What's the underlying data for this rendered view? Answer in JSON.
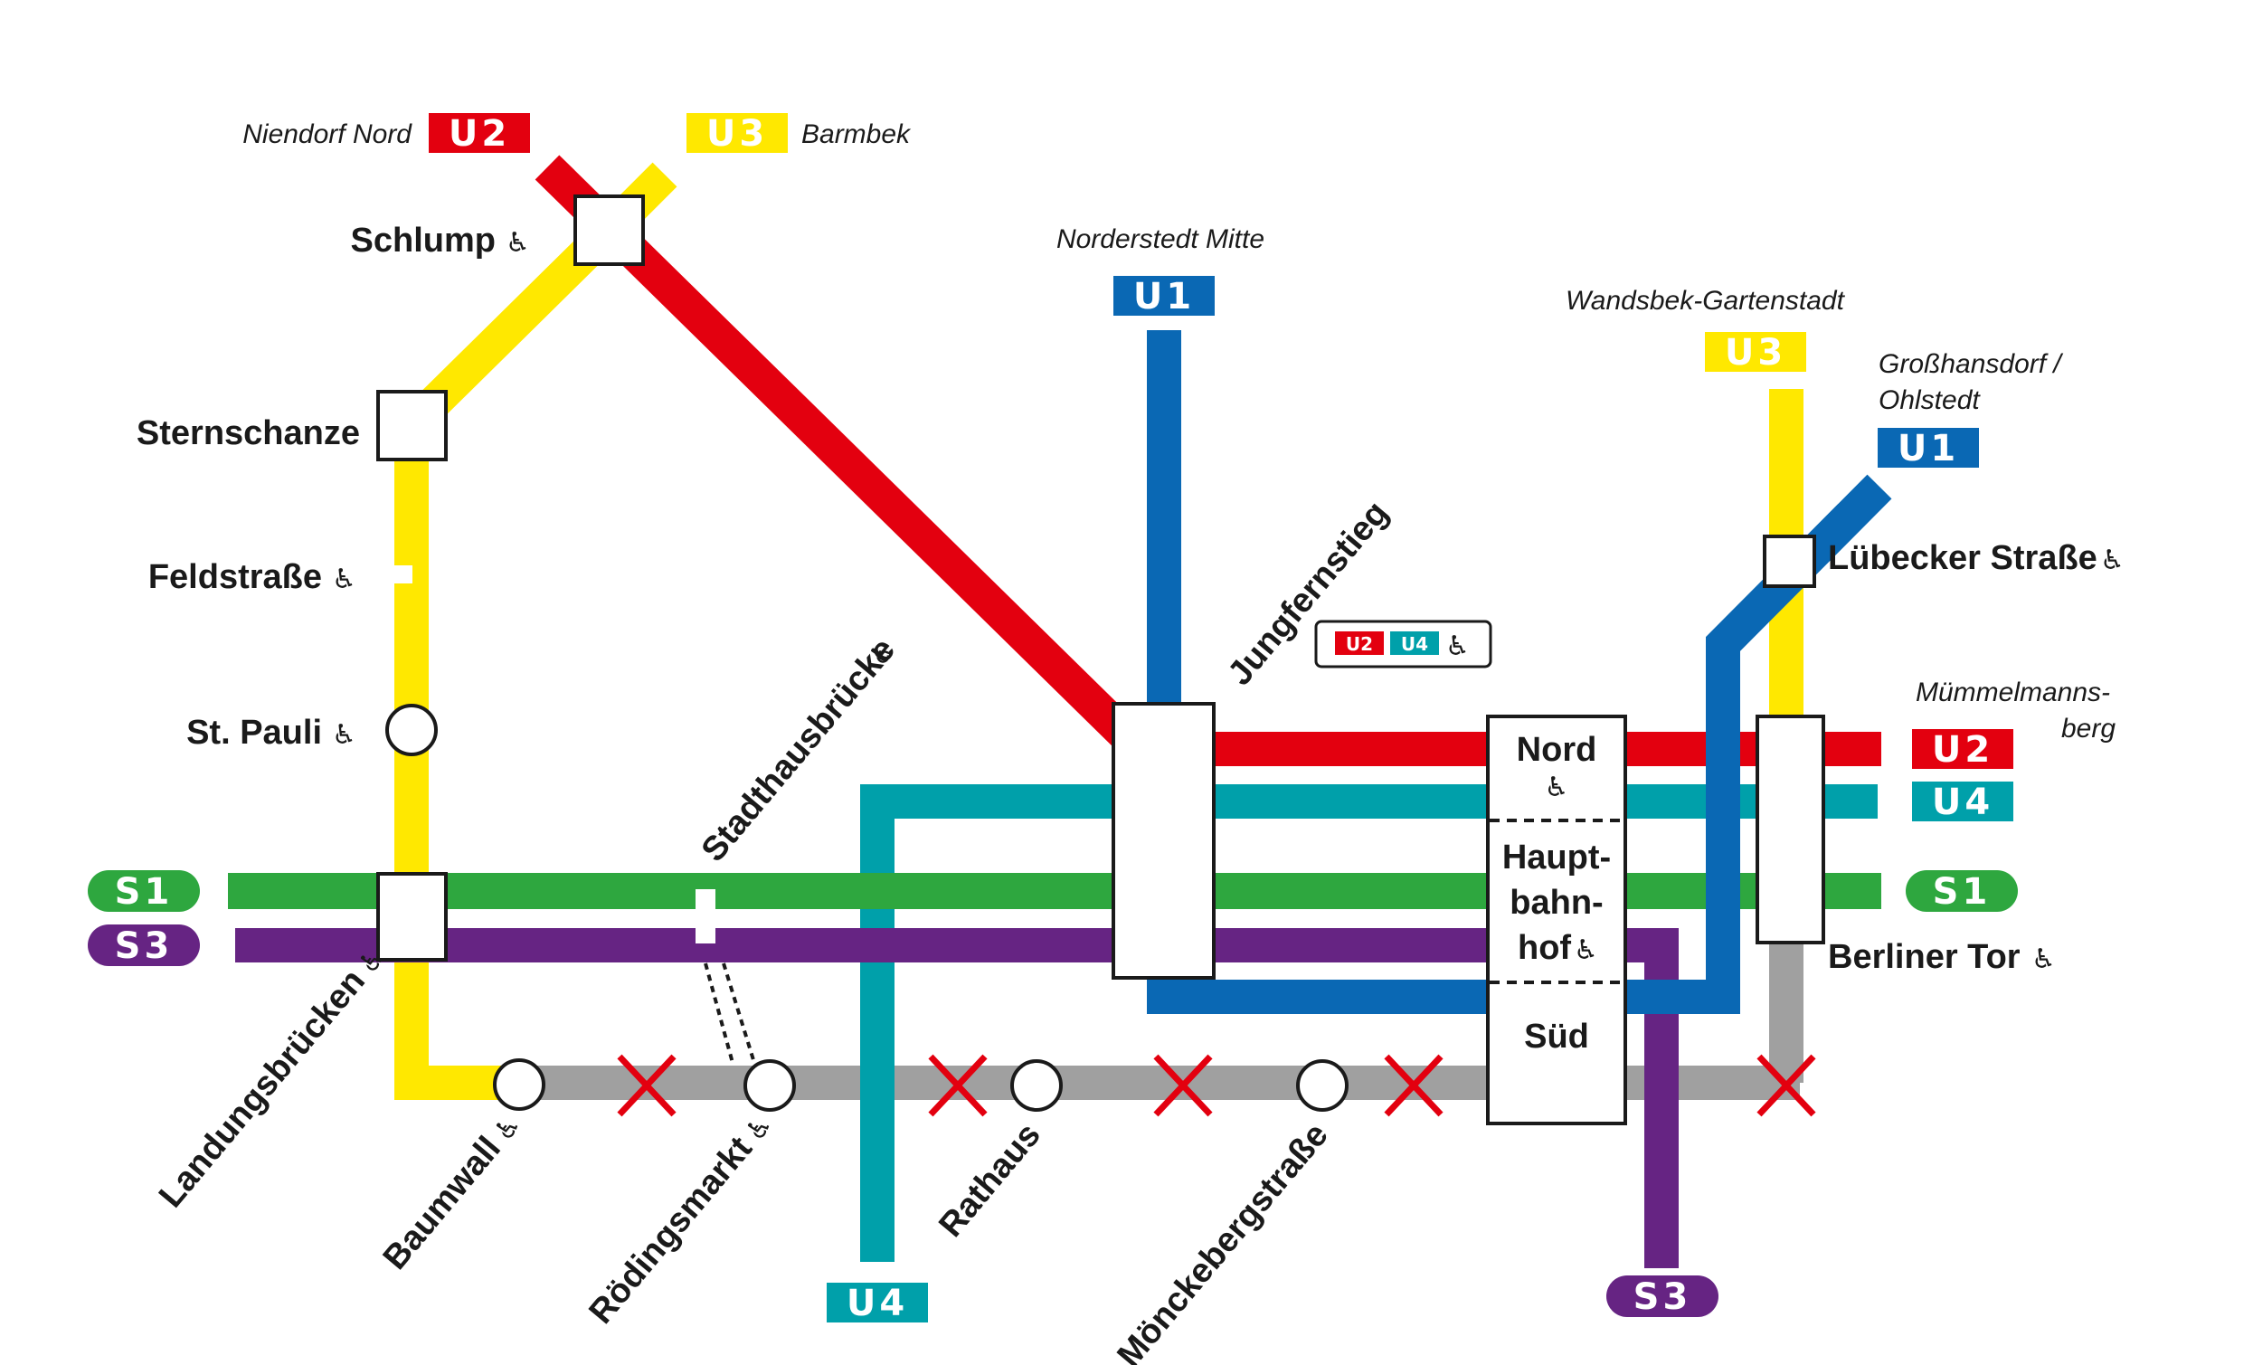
{
  "colors": {
    "U1": "#0a68b4",
    "U2": "#e3000f",
    "U3": "#ffe800",
    "U4": "#00a0aa",
    "S1": "#2ea73f",
    "S3": "#662483",
    "closed_line": "#a0a0a0",
    "closure_mark": "#e3000f"
  },
  "badges": {
    "u2_top": "U2",
    "u3_top": "U3",
    "u1_top": "U1",
    "u3_right": "U3",
    "u1_right": "U1",
    "u2_right": "U2",
    "u4_right": "U4",
    "s1_right": "S1",
    "s1_left": "S1",
    "s3_left": "S3",
    "u4_bottom": "U4",
    "s3_bottom": "S3",
    "jungfernstieg_u2": "U2",
    "jungfernstieg_u4": "U4"
  },
  "terminals": {
    "niendorf_nord": "Niendorf Nord",
    "barmbek": "Barmbek",
    "norderstedt_mitte": "Norderstedt Mitte",
    "wandsbek_gartenstadt": "Wandsbek-Gartenstadt",
    "grosshansdorf_line1": "Großhansdorf /",
    "grosshansdorf_line2": "Ohlstedt",
    "muemmelmannsberg_line1": "Mümmelmanns-",
    "muemmelmannsberg_line2": "berg"
  },
  "stations": {
    "schlump": "Schlump",
    "sternschanze": "Sternschanze",
    "feldstrasse": "Feldstraße",
    "st_pauli": "St. Pauli",
    "landungsbruecken": "Landungsbrücken",
    "baumwall": "Baumwall",
    "stadthausbruecke": "Stadthausbrücke",
    "roedingsmarkt": "Rödingsmarkt",
    "rathaus": "Rathaus",
    "moenckebergstrasse": "Mönckebergstraße",
    "jungfernstieg": "Jungfernstieg",
    "hbf_nord": "Nord",
    "hbf_line1": "Haupt-",
    "hbf_line2": "bahn-",
    "hbf_line3": "hof",
    "hbf_sued": "Süd",
    "luebecker_strasse": "Lübecker Straße",
    "berliner_tor": "Berliner Tor"
  },
  "icons": {
    "wheelchair": "♿"
  },
  "closed_segments": 5
}
